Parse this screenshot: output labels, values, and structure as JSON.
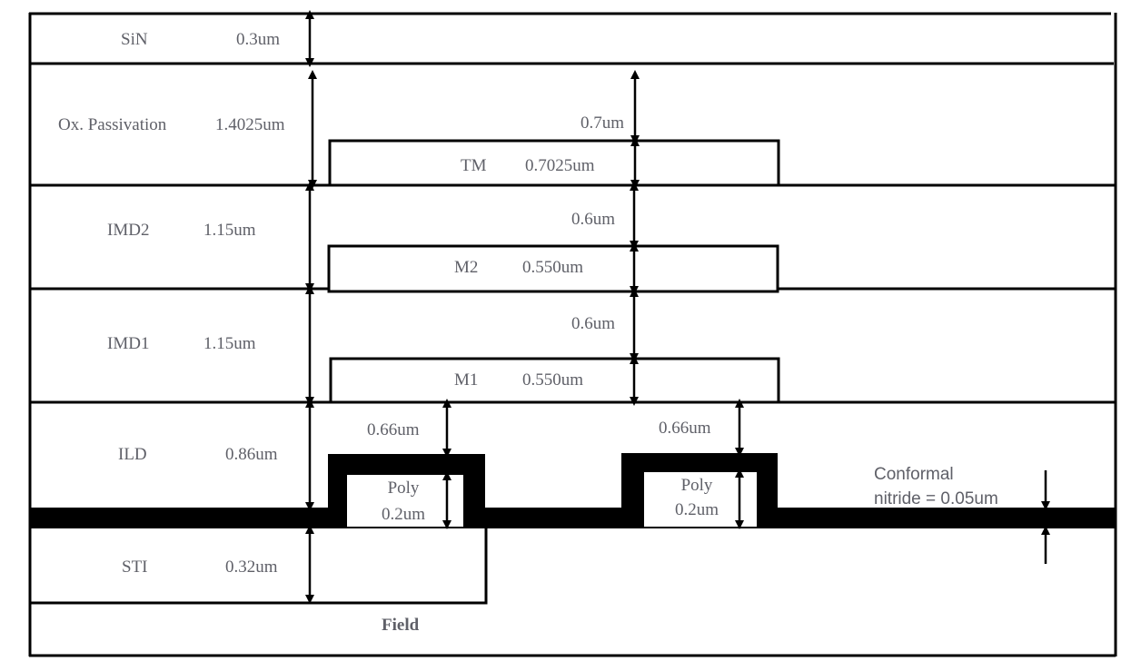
{
  "diagram": {
    "title": "Process cross-section stack",
    "colors": {
      "line": "#000000",
      "text": "#5f6068",
      "background": "#ffffff",
      "nitride": "#000000"
    },
    "layers": [
      {
        "id": "sin",
        "name": "SiN",
        "thickness": "0.3um"
      },
      {
        "id": "oxpass",
        "name": "Ox. Passivation",
        "thickness": "1.4025um"
      },
      {
        "id": "imd2",
        "name": "IMD2",
        "thickness": "1.15um"
      },
      {
        "id": "imd1",
        "name": "IMD1",
        "thickness": "1.15um"
      },
      {
        "id": "ild",
        "name": "ILD",
        "thickness": "0.86um"
      },
      {
        "id": "sti",
        "name": "STI",
        "thickness": "0.32um"
      },
      {
        "id": "field",
        "name": "Field"
      }
    ],
    "metals": [
      {
        "id": "tm",
        "name": "TM",
        "thickness": "0.7025um",
        "spacing_above": "0.7um"
      },
      {
        "id": "m2",
        "name": "M2",
        "thickness": "0.550um",
        "spacing_above": "0.6um"
      },
      {
        "id": "m1",
        "name": "M1",
        "thickness": "0.550um",
        "spacing_above": "0.6um"
      }
    ],
    "poly": [
      {
        "name": "Poly",
        "thickness": "0.2um",
        "spacing_above": "0.66um"
      },
      {
        "name": "Poly",
        "thickness": "0.2um",
        "spacing_above": "0.66um"
      }
    ],
    "nitride": {
      "line1": "Conformal",
      "line2": "nitride = 0.05um"
    }
  }
}
